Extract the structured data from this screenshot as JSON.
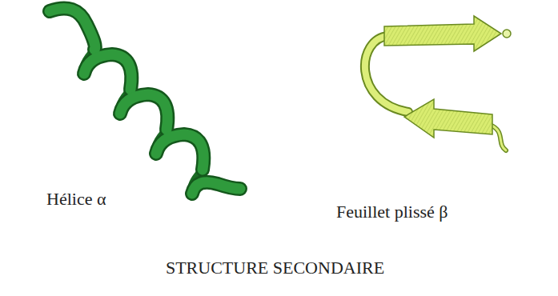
{
  "diagram": {
    "caption": "STRUCTURE SECONDAIRE",
    "labels": [
      "Hélice α",
      "Feuillet plissé β"
    ]
  }
}
